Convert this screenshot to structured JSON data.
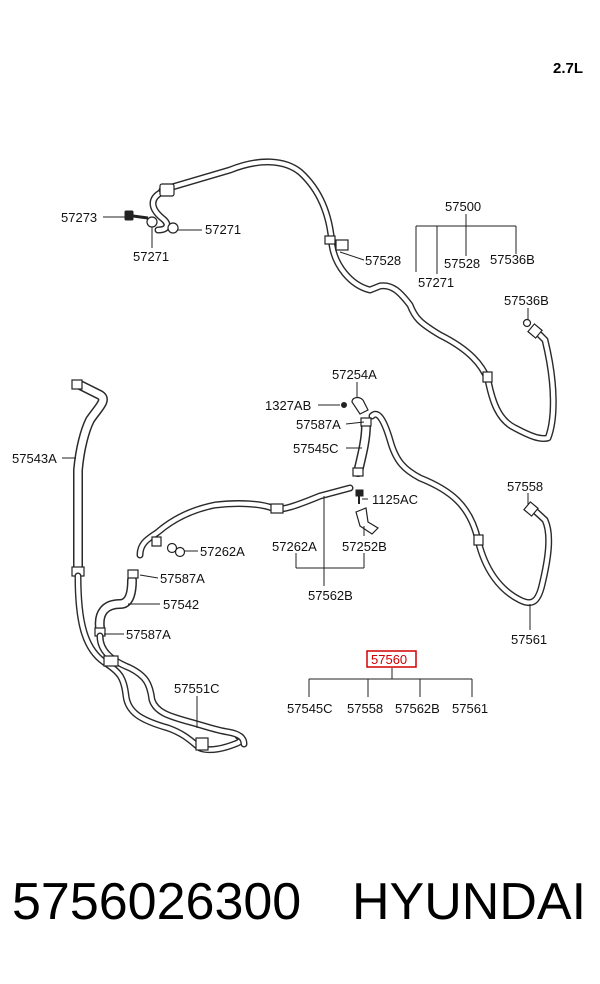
{
  "engine_label": "2.7L",
  "footer": {
    "part_number": "5756026300",
    "brand": "HYUNDAI"
  },
  "highlight_color": "#d00000",
  "labels": {
    "p57273": "57273",
    "p57271_a": "57271",
    "p57271_b": "57271",
    "p57500": "57500",
    "p57528_a": "57528",
    "p57528_b": "57528",
    "p57536B_a": "57536B",
    "p57271_c": "57271",
    "p57536B_b": "57536B",
    "p57254A": "57254A",
    "p1327AB": "1327AB",
    "p57587A_a": "57587A",
    "p57545C_a": "57545C",
    "p57543A": "57543A",
    "p1125AC": "1125AC",
    "p57558_a": "57558",
    "p57262A_a": "57262A",
    "p57262A_b": "57262A",
    "p57252B": "57252B",
    "p57587A_b": "57587A",
    "p57562B_a": "57562B",
    "p57542": "57542",
    "p57587A_c": "57587A",
    "p57561_a": "57561",
    "p57560": "57560",
    "p57551C": "57551C",
    "p57545C_b": "57545C",
    "p57558_b": "57558",
    "p57562B_b": "57562B",
    "p57561_b": "57561"
  }
}
